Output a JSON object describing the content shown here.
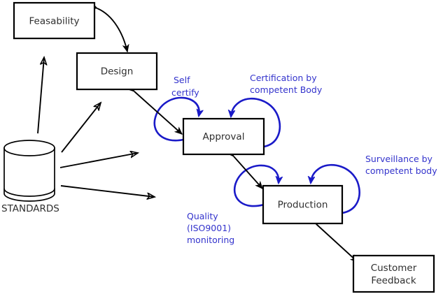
{
  "diagram": {
    "title": "Standards driven product lifecycle flow diagram",
    "colors": {
      "annotation_blue": "#3333cc",
      "loop_blue": "#1a1ac8",
      "flow_black": "#000000",
      "node_stroke": "#000000",
      "node_fill": "#ffffff",
      "node_text": "#2f2f2f",
      "background": "#ffffff"
    },
    "nodes": [
      {
        "id": "feasability",
        "label": "Feasability",
        "shape": "rectangle"
      },
      {
        "id": "design",
        "label": "Design",
        "shape": "rectangle"
      },
      {
        "id": "approval",
        "label": "Approval",
        "shape": "rectangle"
      },
      {
        "id": "production",
        "label": "Production",
        "shape": "rectangle"
      },
      {
        "id": "customer-feedback",
        "label_line1": "Customer",
        "label_line2": "Feedback",
        "shape": "rectangle"
      },
      {
        "id": "standards",
        "label": "STANDARDS",
        "shape": "cylinder"
      }
    ],
    "annotations": [
      {
        "id": "self-certify",
        "line1": "Self",
        "line2": "certify",
        "attached_to": "approval"
      },
      {
        "id": "certification-by-competent-body",
        "line1": "Certification by",
        "line2": "competent Body",
        "attached_to": "approval"
      },
      {
        "id": "surveillance-by-competent-body",
        "line1": "Surveillance by",
        "line2": "competent body",
        "attached_to": "production"
      },
      {
        "id": "quality-iso9001-monitoring",
        "line1": "Quality",
        "line2": "(ISO9001)",
        "line3": "monitoring",
        "attached_to": "production"
      }
    ],
    "connections": [
      {
        "id": "feasability-design",
        "from": "feasability",
        "to": "design",
        "style": "curved",
        "arrowheads": "both"
      },
      {
        "id": "design-approval",
        "from": "design",
        "to": "approval",
        "style": "straight",
        "arrowheads": "both"
      },
      {
        "id": "approval-production",
        "from": "approval",
        "to": "production",
        "style": "straight",
        "arrowheads": "both"
      },
      {
        "id": "production-customer-feedback",
        "from": "production",
        "to": "customer-feedback",
        "style": "straight",
        "arrowheads": "both"
      },
      {
        "id": "standards-feasability",
        "from": "standards",
        "to": "feasability",
        "style": "straight",
        "arrowheads": "single"
      },
      {
        "id": "standards-design",
        "from": "standards",
        "to": "design",
        "style": "straight",
        "arrowheads": "single"
      },
      {
        "id": "standards-approval",
        "from": "standards",
        "to": "approval",
        "style": "straight",
        "arrowheads": "single"
      },
      {
        "id": "standards-production",
        "from": "standards",
        "to": "production",
        "style": "straight",
        "arrowheads": "single"
      }
    ],
    "self_loops": [
      {
        "id": "approval-self-certify-loop",
        "node": "approval",
        "side": "left",
        "label_ref": "self-certify"
      },
      {
        "id": "approval-certification-loop",
        "node": "approval",
        "side": "right",
        "label_ref": "certification-by-competent-body"
      },
      {
        "id": "production-quality-loop",
        "node": "production",
        "side": "left",
        "label_ref": "quality-iso9001-monitoring"
      },
      {
        "id": "production-surveillance-loop",
        "node": "production",
        "side": "right",
        "label_ref": "surveillance-by-competent-body"
      }
    ]
  }
}
